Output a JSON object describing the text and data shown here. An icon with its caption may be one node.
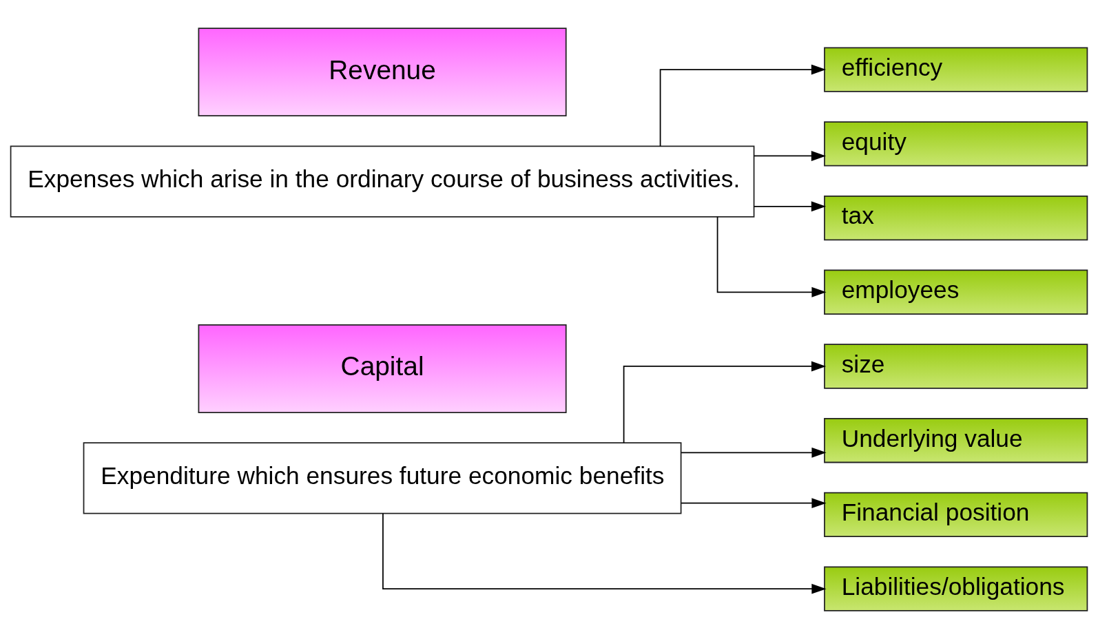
{
  "diagram": {
    "nodes": [
      {
        "text": [
          "Capital"
        ]
      },
      {
        "text": [
          "Revenue"
        ]
      },
      {
        "text": [
          "Expenditure which ensures future economic benefits"
        ]
      },
      {
        "text": [
          "Expenses which arise in the ordinary course of business activities."
        ]
      },
      {
        "text": [
          "size"
        ]
      },
      {
        "text": [
          "efficiency"
        ]
      },
      {
        "text": [
          "Underlying value"
        ]
      },
      {
        "text": [
          "equity"
        ]
      },
      {
        "text": [
          "Financial position"
        ]
      },
      {
        "text": [
          "tax"
        ]
      },
      {
        "text": [
          "Liabilities/obligations"
        ]
      },
      {
        "text": [
          "employees"
        ]
      }
    ],
    "edges": [
      {
        "from": 2,
        "to": 4,
        "arrow": "to"
      },
      {
        "from": 2,
        "to": 6,
        "arrow": "to"
      },
      {
        "from": 2,
        "to": 8,
        "arrow": "to"
      },
      {
        "from": 2,
        "to": 10,
        "arrow": "to"
      },
      {
        "from": 3,
        "to": 5,
        "arrow": "to"
      },
      {
        "from": 3,
        "to": 7,
        "arrow": "to"
      },
      {
        "from": 3,
        "to": 9,
        "arrow": "to"
      },
      {
        "from": 3,
        "to": 11,
        "arrow": "to"
      }
    ]
  }
}
